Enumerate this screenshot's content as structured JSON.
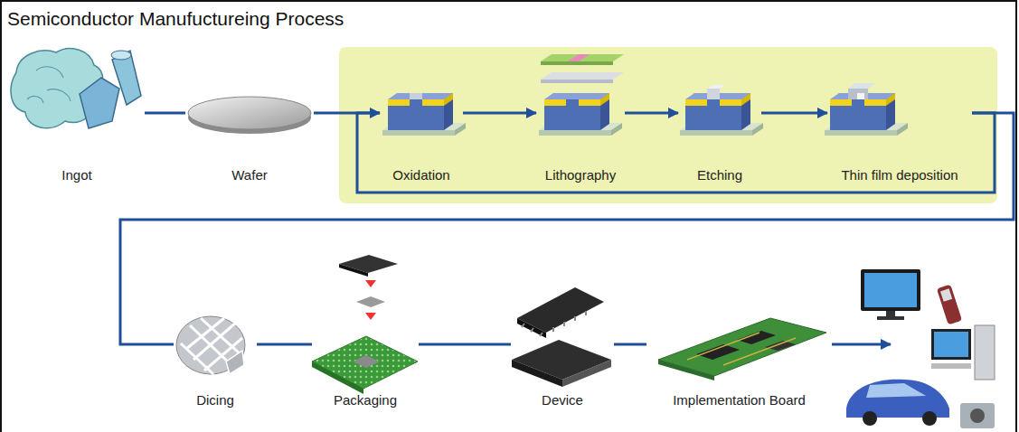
{
  "diagram": {
    "title": "Semiconductor Manufuctureing Process",
    "nodes": [
      {
        "text": [
          "Ingot"
        ]
      },
      {
        "text": [
          "Wafer"
        ]
      },
      {
        "text": [
          "Oxidation"
        ]
      },
      {
        "text": [
          "Lithography"
        ]
      },
      {
        "text": [
          "Etching"
        ]
      },
      {
        "text": [
          "Thin film deposition"
        ]
      },
      {
        "text": [
          "Dicing"
        ]
      },
      {
        "text": [
          "Packaging"
        ]
      },
      {
        "text": [
          "Device"
        ]
      },
      {
        "text": [
          "Implementation Board"
        ]
      }
    ],
    "edges": [
      {
        "from": 0,
        "to": 1,
        "arrow": "none"
      },
      {
        "from": 1,
        "to": 2,
        "arrow": "none"
      },
      {
        "from": 2,
        "to": 3,
        "arrow": "to"
      },
      {
        "from": 3,
        "to": 4,
        "arrow": "to"
      },
      {
        "from": 4,
        "to": 5,
        "arrow": "to"
      },
      {
        "from": 5,
        "to": 2,
        "arrow": "to"
      },
      {
        "from": 5,
        "to": 6,
        "arrow": "none"
      },
      {
        "from": 6,
        "to": 7,
        "arrow": "none"
      },
      {
        "from": 7,
        "to": 8,
        "arrow": "none"
      },
      {
        "from": 8,
        "to": 9,
        "arrow": "none"
      }
    ]
  }
}
